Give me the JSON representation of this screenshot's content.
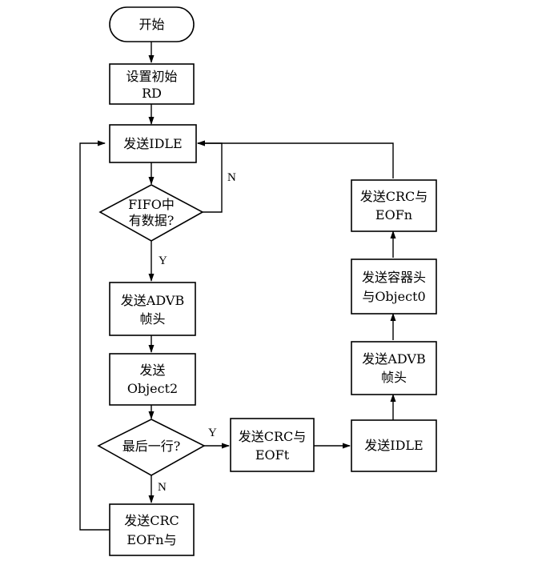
{
  "flowchart": {
    "start": "开始",
    "set_rd": [
      "设置初始",
      "RD"
    ],
    "send_idle_1": "发送IDLE",
    "fifo_check": [
      "FIFO中",
      "有数据?"
    ],
    "send_advb_1": [
      "发送ADVB",
      "帧头"
    ],
    "send_object2": [
      "发送",
      "Object2"
    ],
    "last_row": "最后一行?",
    "send_crc_eof_n_bottom": [
      "发送CRC",
      "EOFn与"
    ],
    "send_crc_eof_t": [
      "发送CRC与",
      "EOFt"
    ],
    "send_idle_2": "发送IDLE",
    "send_advb_2": [
      "发送ADVB",
      "帧头"
    ],
    "send_container": [
      "发送容器头",
      "与Object0"
    ],
    "send_crc_eof_n_top": [
      "发送CRC与",
      "EOFn"
    ],
    "label_n_fifo": "N",
    "label_y_fifo": "Y",
    "label_y_last": "Y",
    "label_n_last": "N"
  }
}
